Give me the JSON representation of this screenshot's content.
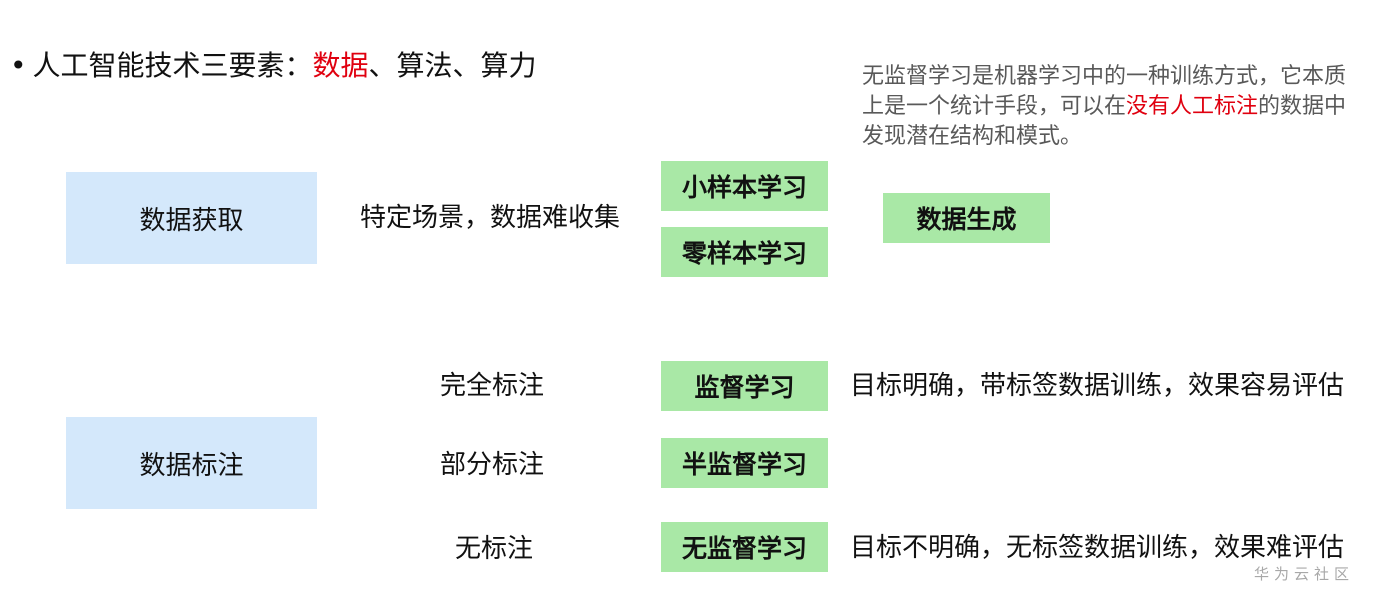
{
  "heading": {
    "bullet": "•",
    "prefix": "人工智能技术三要素：",
    "highlight": "数据",
    "suffix": "、算法、算力"
  },
  "note": {
    "part1": "无监督学习是机器学习中的一种训练方式，它本质上是一个统计手段，可以在",
    "highlight": "没有人工标注",
    "part2": "的数据中发现潜在结构和模式。"
  },
  "acquisition": {
    "box_label": "数据获取",
    "scenario": "特定场景，数据难收集",
    "few_shot": "小样本学习",
    "zero_shot": "零样本学习",
    "generation": "数据生成"
  },
  "annotation": {
    "box_label": "数据标注",
    "full_label": "完全标注",
    "partial_label": "部分标注",
    "none_label": "无标注",
    "supervised": "监督学习",
    "semi_supervised": "半监督学习",
    "unsupervised": "无监督学习",
    "supervised_desc": "目标明确，带标签数据训练，效果容易评估",
    "unsupervised_desc": "目标不明确，无标签数据训练，效果难评估"
  },
  "watermark": "华为云社区",
  "colors": {
    "highlight_red": "#e0000f",
    "blue_box": "#d4e8fb",
    "green_box": "#a9e8a6",
    "note_gray": "#595959"
  }
}
